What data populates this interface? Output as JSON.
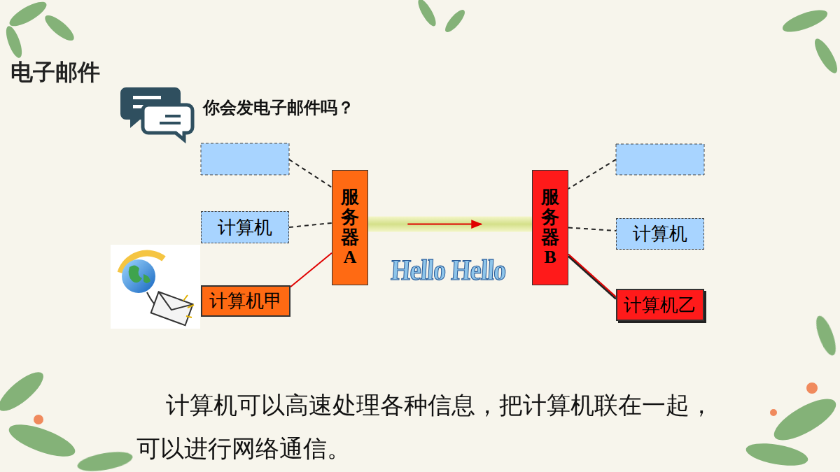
{
  "diagram": {
    "title": "电子邮件",
    "caption": "计算机可以高速处理各种信息，把计算机联在一起，可以进行网络通信。",
    "nodes": [
      {
        "text": [
          "计算机"
        ]
      },
      {
        "text": [
          "计算机甲"
        ]
      },
      {
        "text": [
          "服务器A"
        ]
      },
      {
        "text": [
          "服务器B"
        ]
      },
      {
        "text": [
          "计算机"
        ]
      },
      {
        "text": [
          "计算机乙"
        ]
      }
    ],
    "edges": [
      {
        "from": 0,
        "to": 2,
        "arrow": "none"
      },
      {
        "from": 1,
        "to": 2,
        "arrow": "none"
      },
      {
        "from": 2,
        "to": 3,
        "arrow": "to"
      },
      {
        "from": 3,
        "to": 4,
        "arrow": "none"
      },
      {
        "from": 3,
        "to": 5,
        "arrow": "none"
      }
    ],
    "labels": [
      "你会发电子邮件吗？",
      "Hello Hello"
    ]
  }
}
